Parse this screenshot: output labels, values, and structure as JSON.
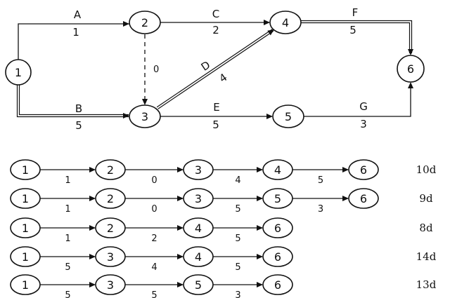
{
  "network": {
    "nodes": [
      "1",
      "2",
      "3",
      "4",
      "5",
      "6"
    ],
    "activities": [
      {
        "id": "A",
        "name": "A",
        "from": "1",
        "to": "2",
        "duration": "1",
        "critical": false,
        "dummy": false
      },
      {
        "id": "B",
        "name": "B",
        "from": "1",
        "to": "3",
        "duration": "5",
        "critical": true,
        "dummy": false
      },
      {
        "id": "dummy",
        "name": "",
        "from": "2",
        "to": "3",
        "duration": "0",
        "critical": false,
        "dummy": true
      },
      {
        "id": "C",
        "name": "C",
        "from": "2",
        "to": "4",
        "duration": "2",
        "critical": false,
        "dummy": false
      },
      {
        "id": "D",
        "name": "D",
        "from": "3",
        "to": "4",
        "duration": "4",
        "critical": true,
        "dummy": false
      },
      {
        "id": "E",
        "name": "E",
        "from": "3",
        "to": "5",
        "duration": "5",
        "critical": false,
        "dummy": false
      },
      {
        "id": "F",
        "name": "F",
        "from": "4",
        "to": "6",
        "duration": "5",
        "critical": true,
        "dummy": false
      },
      {
        "id": "G",
        "name": "G",
        "from": "5",
        "to": "6",
        "duration": "3",
        "critical": false,
        "dummy": false
      }
    ]
  },
  "paths": [
    {
      "nodes": [
        "1",
        "2",
        "3",
        "4",
        "6"
      ],
      "durations": [
        "1",
        "0",
        "4",
        "5"
      ],
      "total": "10d"
    },
    {
      "nodes": [
        "1",
        "2",
        "3",
        "5",
        "6"
      ],
      "durations": [
        "1",
        "0",
        "5",
        "3"
      ],
      "total": "9d"
    },
    {
      "nodes": [
        "1",
        "2",
        "4",
        "6"
      ],
      "durations": [
        "1",
        "2",
        "5"
      ],
      "total": "8d"
    },
    {
      "nodes": [
        "1",
        "3",
        "4",
        "6"
      ],
      "durations": [
        "5",
        "4",
        "5"
      ],
      "total": "14d"
    },
    {
      "nodes": [
        "1",
        "3",
        "5",
        "6"
      ],
      "durations": [
        "5",
        "5",
        "3"
      ],
      "total": "13d"
    }
  ]
}
